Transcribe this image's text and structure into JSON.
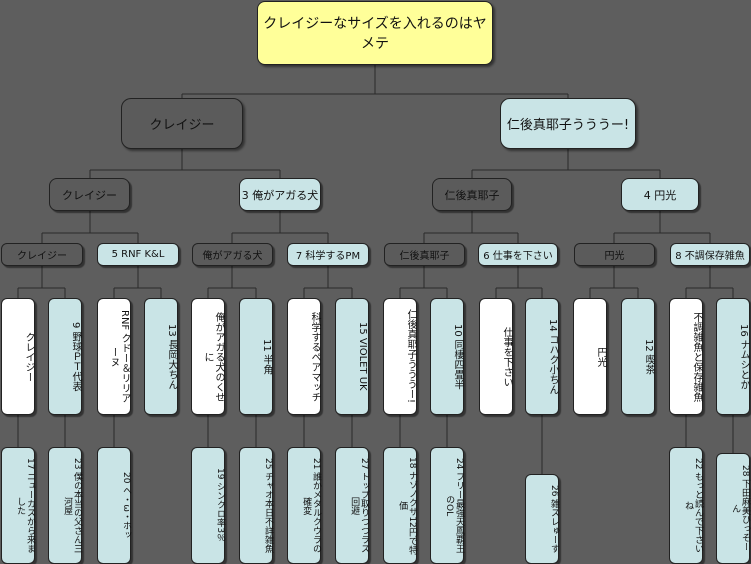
{
  "root": "クレイジーなサイズを入れるのはヤメテ",
  "l1": [
    "クレイジー",
    "仁後真耶子うううー!"
  ],
  "l2": [
    "クレイジー",
    "3 俺がアガる犬",
    "仁後真耶子",
    "4 円光"
  ],
  "l3": [
    "クレイジー",
    "5 RNF K&L",
    "俺がアガる犬",
    "7 科学するPM",
    "仁後真耶子",
    "6 仕事を下さい",
    "円光",
    "8 不調保存雑魚"
  ],
  "leaves": [
    "クレイジー",
    "9 野球ＰＴ代表",
    "RNF クドー＆リリアーヌ",
    "13 長岡大ちん",
    "俺がアガる犬のくせに",
    "11 半角",
    "科学するペアマッチ",
    "15 VIOLET UK",
    "仁後真耶子うううー!",
    "10 同棲四畳半",
    "仕事を下さい",
    "14 コハク小ちん",
    "円光",
    "12 喫茶",
    "不調雑魚と保存雑魚",
    "16 ナムシとか"
  ],
  "bottoms": [
    "17 ニューカスから来ました",
    "23 僕の本当の父さん三河屋",
    "20 ヘ・ω・ホッ",
    "19 シンクロ率3％",
    "25 チャオ本日不詳雑魚",
    "21 誰かメタルクウラの確変",
    "27 トップ取りつつラス回避",
    "18 ナゾノクサ12円で特価",
    "24 フリー最強天鳳覇王のOL",
    "26 雑スレゅーす",
    "22 もっと読んで下さいね",
    "28 下田麻美ひっそーん"
  ]
}
